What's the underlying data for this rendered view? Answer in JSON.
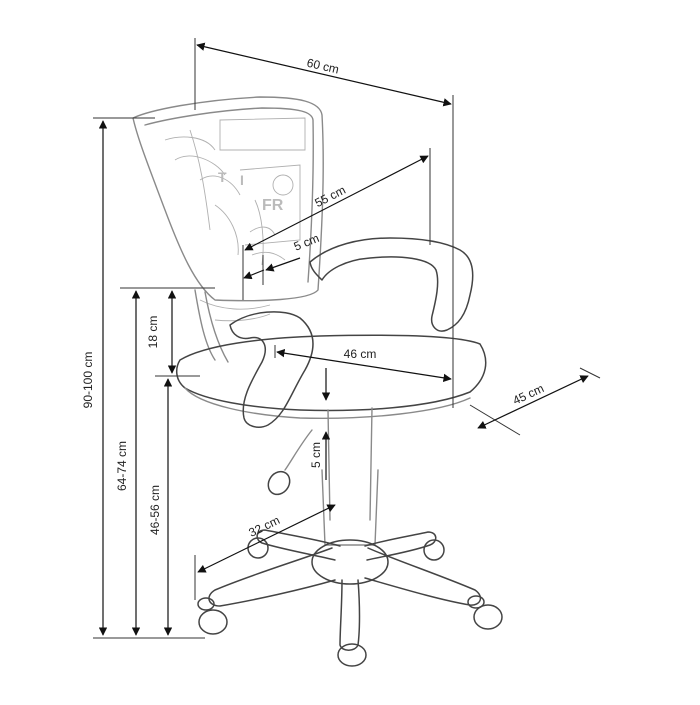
{
  "dimensions": {
    "overall_width": "60 cm",
    "backrest_width": "55 cm",
    "backrest_offset": "5 cm",
    "armrest_height": "18 cm",
    "seat_width": "46 cm",
    "seat_depth": "45 cm",
    "total_height": "90-100 cm",
    "armrest_height_from_floor": "64-74 cm",
    "seat_height": "46-56 cm",
    "gas_lift_travel": "5 cm",
    "base_radius": "32 cm"
  },
  "colors": {
    "dimension_line": "#111111",
    "sketch_line": "#8a8a8a"
  }
}
